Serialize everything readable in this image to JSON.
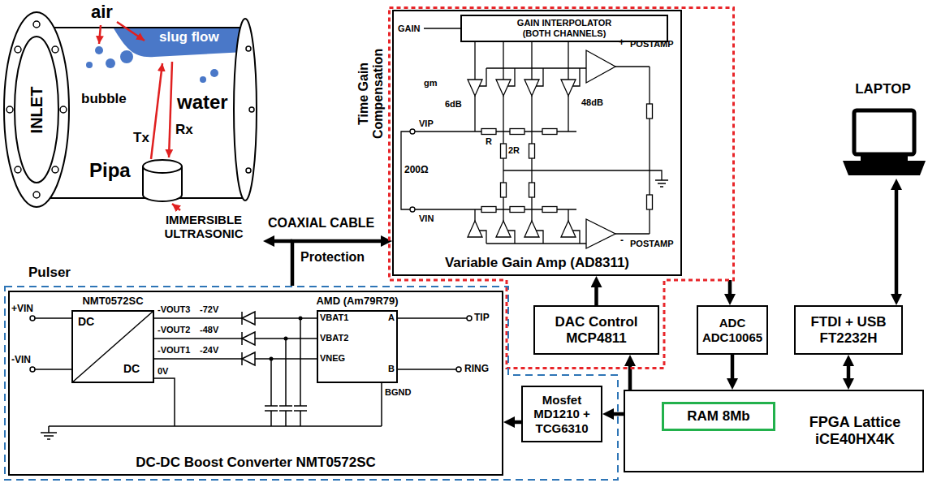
{
  "diagram": {
    "nodes": [
      {
        "text": [
          "Time Gain Compensation"
        ]
      },
      {
        "text": [
          "Variable Gain Amp (AD8311)"
        ],
        "in": 0
      },
      {
        "text": [
          "GAIN INTERPOLATOR (BOTH CHANNELS)"
        ],
        "in": 1
      },
      {
        "text": [
          "DAC Control MCP4811"
        ],
        "in": 0
      },
      {
        "text": [
          "ADC ADC10065"
        ]
      },
      {
        "text": [
          "FTDI + USB FT2232H"
        ]
      },
      {
        "text": [
          "LAPTOP"
        ]
      },
      {
        "text": [
          "Pulser"
        ]
      },
      {
        "text": [
          "DC-DC Boost Converter NMT0572SC"
        ],
        "in": 7
      },
      {
        "text": [
          "NMT0572SC",
          "DC",
          "DC"
        ],
        "in": 8
      },
      {
        "text": [
          "AMD (Am79R79)"
        ],
        "in": 8
      },
      {
        "text": [
          "Mosfet MD1210 + TCG6310"
        ],
        "in": 7
      },
      {
        "text": [
          "FPGA Lattice iCE40HX4K"
        ]
      },
      {
        "text": [
          "RAM 8Mb"
        ],
        "in": 12
      }
    ],
    "edges": [
      {
        "from": 3,
        "to": 1,
        "arrow": "to"
      },
      {
        "from": 0,
        "to": 4,
        "arrow": "to"
      },
      {
        "from": 4,
        "to": 12,
        "arrow": "to"
      },
      {
        "from": 5,
        "to": 12,
        "arrow": "both"
      },
      {
        "from": 6,
        "to": 5,
        "arrow": "both"
      },
      {
        "from": 12,
        "to": 3,
        "arrow": "to"
      },
      {
        "from": 12,
        "to": 11,
        "arrow": "to"
      },
      {
        "from": 11,
        "to": 8,
        "arrow": "to"
      },
      {
        "from": 7,
        "to": 1,
        "arrow": "to"
      }
    ],
    "labels": [
      "air",
      "bubble",
      "slug flow",
      "water",
      "Tx",
      "Rx",
      "INLET",
      "Pipa",
      "IMMERSIBLE ULTRASONIC",
      "COAXIAL CABLE",
      "Protection",
      "GAIN",
      "gm",
      "6dB",
      "48dB",
      "VIP",
      "R",
      "2R",
      "200Ω",
      "VIN",
      "+",
      "POSTAMP",
      "-",
      "POSTAMP",
      "+VIN",
      "-VIN",
      "-VOUT3",
      "-72V",
      "-VOUT2",
      "-48V",
      "-VOUT1",
      "-24V",
      "0V",
      "VBAT1",
      "VBAT2",
      "VNEG",
      "BGND",
      "A",
      "B",
      "TIP",
      "RING"
    ]
  }
}
